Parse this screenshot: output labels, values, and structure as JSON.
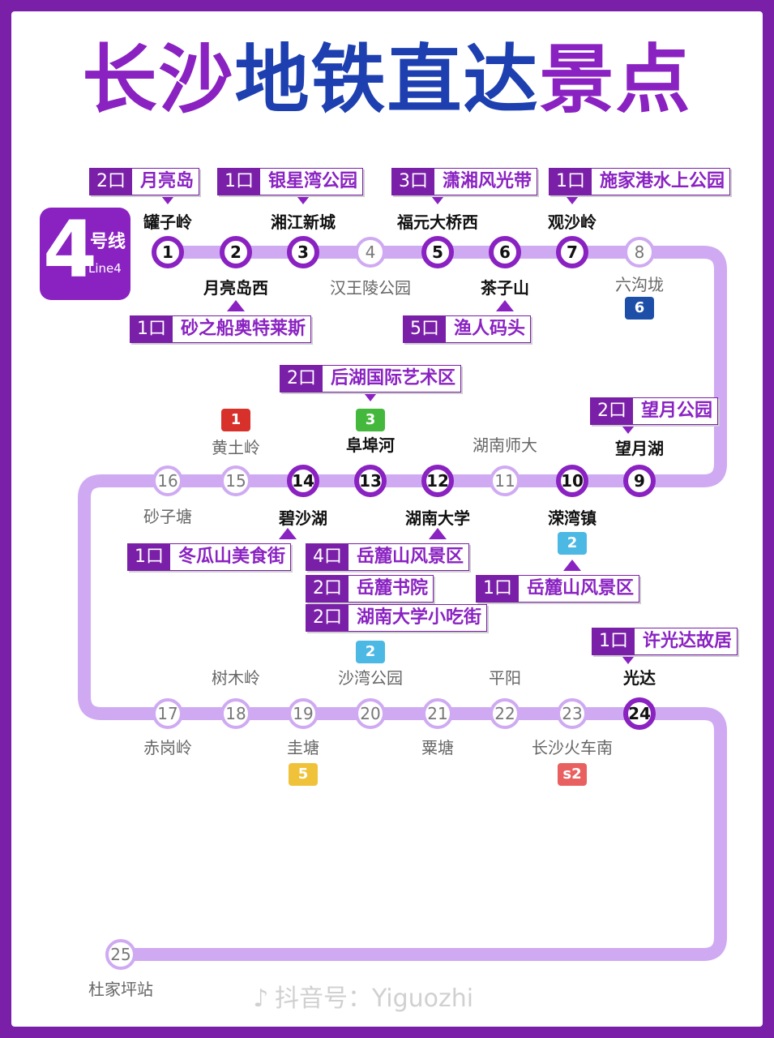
{
  "title": {
    "part1": "长沙",
    "part2": "地铁直达",
    "part3": "景点"
  },
  "line": {
    "number": "4",
    "label_cn": "号线",
    "label_en": "Line4",
    "color": "#8a22c2",
    "track_color": "#cfaaf2"
  },
  "stations": [
    {
      "num": "1",
      "name": "罐子岭",
      "major": true
    },
    {
      "num": "2",
      "name": "月亮岛西",
      "major": true
    },
    {
      "num": "3",
      "name": "湘江新城",
      "major": true
    },
    {
      "num": "4",
      "name": "汉王陵公园",
      "major": false
    },
    {
      "num": "5",
      "name": "福元大桥西",
      "major": true
    },
    {
      "num": "6",
      "name": "茶子山",
      "major": true
    },
    {
      "num": "7",
      "name": "观沙岭",
      "major": true
    },
    {
      "num": "8",
      "name": "六沟垅",
      "major": false
    },
    {
      "num": "9",
      "name": "望月湖",
      "major": true
    },
    {
      "num": "10",
      "name": "溁湾镇",
      "major": true
    },
    {
      "num": "11",
      "name": "湖南师大",
      "major": false
    },
    {
      "num": "12",
      "name": "湖南大学",
      "major": true
    },
    {
      "num": "13",
      "name": "阜埠河",
      "major": true
    },
    {
      "num": "14",
      "name": "碧沙湖",
      "major": true
    },
    {
      "num": "15",
      "name": "黄土岭",
      "major": false
    },
    {
      "num": "16",
      "name": "砂子塘",
      "major": false
    },
    {
      "num": "17",
      "name": "赤岗岭",
      "major": false
    },
    {
      "num": "18",
      "name": "树木岭",
      "major": false
    },
    {
      "num": "19",
      "name": "圭塘",
      "major": false
    },
    {
      "num": "20",
      "name": "沙湾公园",
      "major": false
    },
    {
      "num": "21",
      "name": "粟塘",
      "major": false
    },
    {
      "num": "22",
      "name": "平阳",
      "major": false
    },
    {
      "num": "23",
      "name": "长沙火车南",
      "major": false
    },
    {
      "num": "24",
      "name": "光达",
      "major": true
    },
    {
      "num": "25",
      "name": "杜家坪站",
      "major": false
    }
  ],
  "transfers": [
    {
      "station": "8",
      "line": "6",
      "color": "#1d4fa8"
    },
    {
      "station": "15",
      "line": "1",
      "color": "#d8302a"
    },
    {
      "station": "13",
      "line": "3",
      "color": "#44b83c"
    },
    {
      "station": "10",
      "line": "2",
      "color": "#4cb8e4"
    },
    {
      "station": "20",
      "line": "2",
      "color": "#4cb8e4"
    },
    {
      "station": "19",
      "line": "5",
      "color": "#f0c23a"
    },
    {
      "station": "23",
      "line": "s2",
      "color": "#e86060"
    }
  ],
  "spots": [
    {
      "exit": "2口",
      "name": "月亮岛",
      "station": "1"
    },
    {
      "exit": "1口",
      "name": "银星湾公园",
      "station": "3"
    },
    {
      "exit": "3口",
      "name": "潇湘风光带",
      "station": "5"
    },
    {
      "exit": "1口",
      "name": "施家港水上公园",
      "station": "7"
    },
    {
      "exit": "1口",
      "name": "砂之船奥特莱斯",
      "station": "2"
    },
    {
      "exit": "5口",
      "name": "渔人码头",
      "station": "6"
    },
    {
      "exit": "2口",
      "name": "后湖国际艺术区",
      "station": "13"
    },
    {
      "exit": "2口",
      "name": "望月公园",
      "station": "9"
    },
    {
      "exit": "1口",
      "name": "冬瓜山美食街",
      "station": "14"
    },
    {
      "exit": "4口",
      "name": "岳麓山风景区",
      "station": "12"
    },
    {
      "exit": "2口",
      "name": "岳麓书院",
      "station": "12"
    },
    {
      "exit": "2口",
      "name": "湖南大学小吃街",
      "station": "12"
    },
    {
      "exit": "1口",
      "name": "岳麓山风景区",
      "station": "10"
    },
    {
      "exit": "1口",
      "name": "许光达故居",
      "station": "24"
    }
  ],
  "watermark": {
    "icon": "♪",
    "text": "抖音号：Yiguozhi"
  }
}
